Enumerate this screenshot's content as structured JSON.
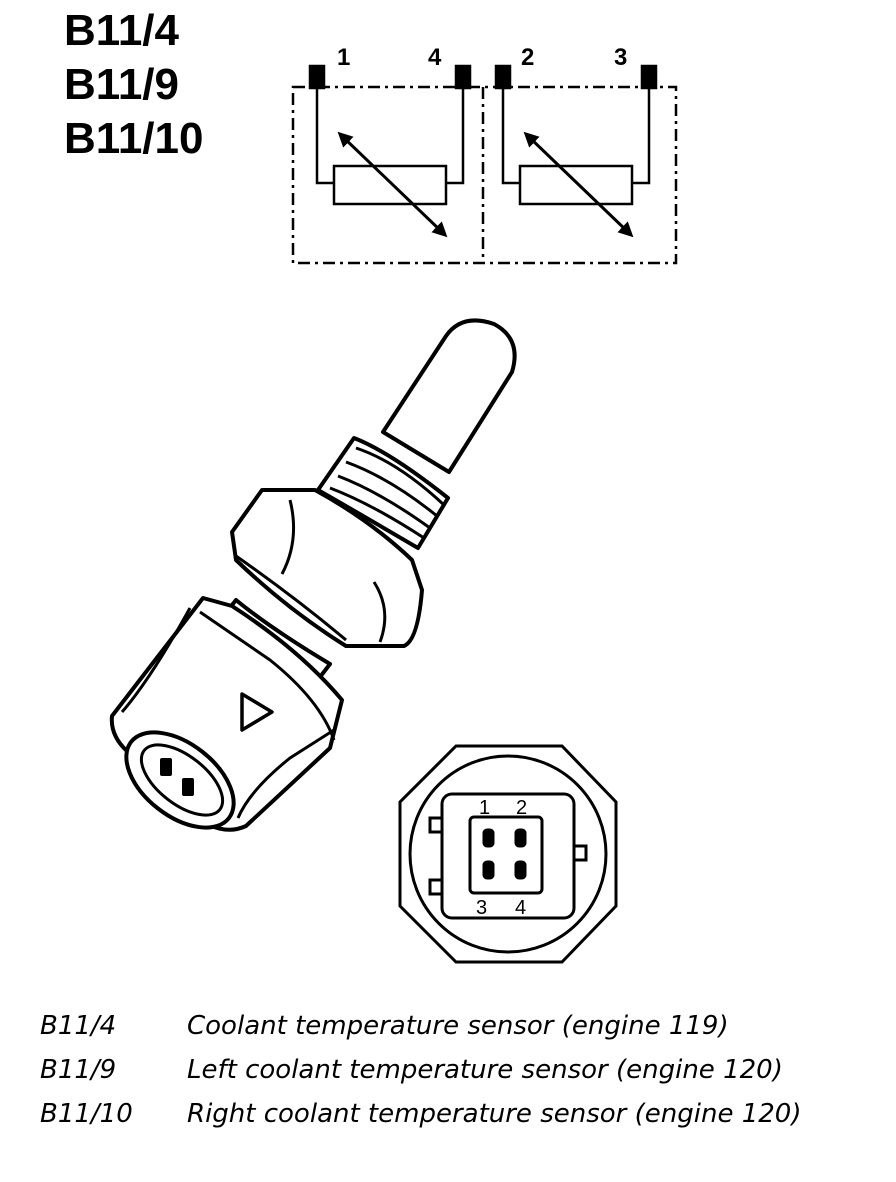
{
  "component_codes": [
    "B11/4",
    "B11/9",
    "B11/10"
  ],
  "schematic": {
    "pin_labels": [
      "1",
      "4",
      "2",
      "3"
    ]
  },
  "connector_face": {
    "pin_labels_top": [
      "1",
      "2"
    ],
    "pin_labels_bottom": [
      "3",
      "4"
    ]
  },
  "legend": [
    {
      "code": "B11/4",
      "description": "Coolant temperature sensor (engine 119)"
    },
    {
      "code": "B11/9",
      "description": "Left coolant temperature sensor (engine 120)"
    },
    {
      "code": "B11/10",
      "description": "Right coolant temperature sensor (engine 120)"
    }
  ]
}
